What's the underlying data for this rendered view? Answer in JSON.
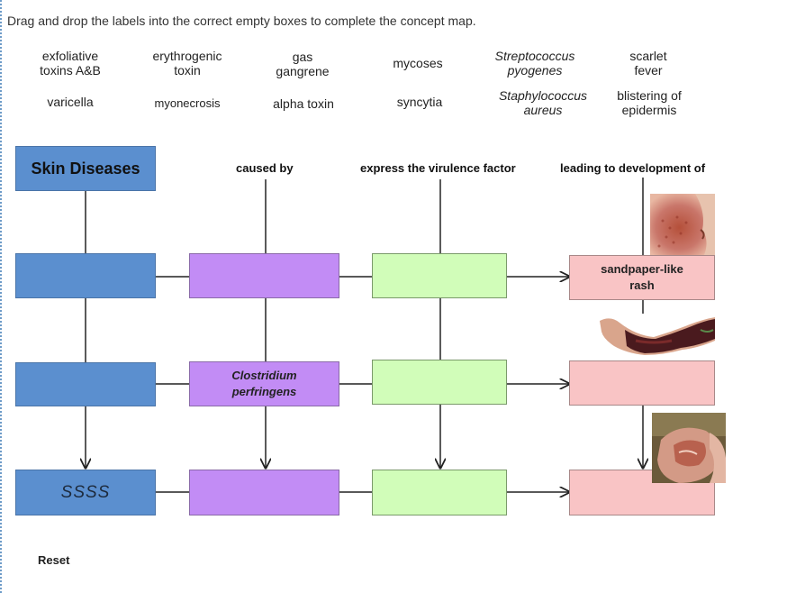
{
  "instruction": "Drag and drop the labels into the correct empty boxes to complete the concept map.",
  "labels": [
    {
      "text": "exfoliative\ntoxins A&B",
      "italic": false
    },
    {
      "text": "erythrogenic\ntoxin",
      "italic": false
    },
    {
      "text": "gas\ngangrene",
      "italic": false
    },
    {
      "text": "mycoses",
      "italic": false
    },
    {
      "text": "Streptococcus\npyogenes",
      "italic": true
    },
    {
      "text": "scarlet\nfever",
      "italic": false
    },
    {
      "text": "varicella",
      "italic": false
    },
    {
      "text": "myonecrosis",
      "italic": false
    },
    {
      "text": "alpha toxin",
      "italic": false
    },
    {
      "text": "syncytia",
      "italic": false
    },
    {
      "text": "Staphylococcus\naureus",
      "italic": true
    },
    {
      "text": "blistering of\nepidermis",
      "italic": false
    }
  ],
  "headers": {
    "caused_by": "caused by",
    "virulence": "express the virulence factor",
    "leading": "leading to development of"
  },
  "map": {
    "title": "Skin Diseases",
    "ssss": "SSSS",
    "bacteria": "Clostridium\nperfringens",
    "rash": "sandpaper-like\nrash"
  },
  "photos": [
    {
      "icon": "scarlet-fever-cheek-photo"
    },
    {
      "icon": "gas-gangrene-leg-photo"
    },
    {
      "icon": "scalded-skin-photo"
    }
  ],
  "reset": "Reset",
  "colors": {
    "disease": "#5b8fcf",
    "bacteria": "#c28cf5",
    "virulence": "#d1fdb9",
    "result": "#f9c4c5"
  }
}
